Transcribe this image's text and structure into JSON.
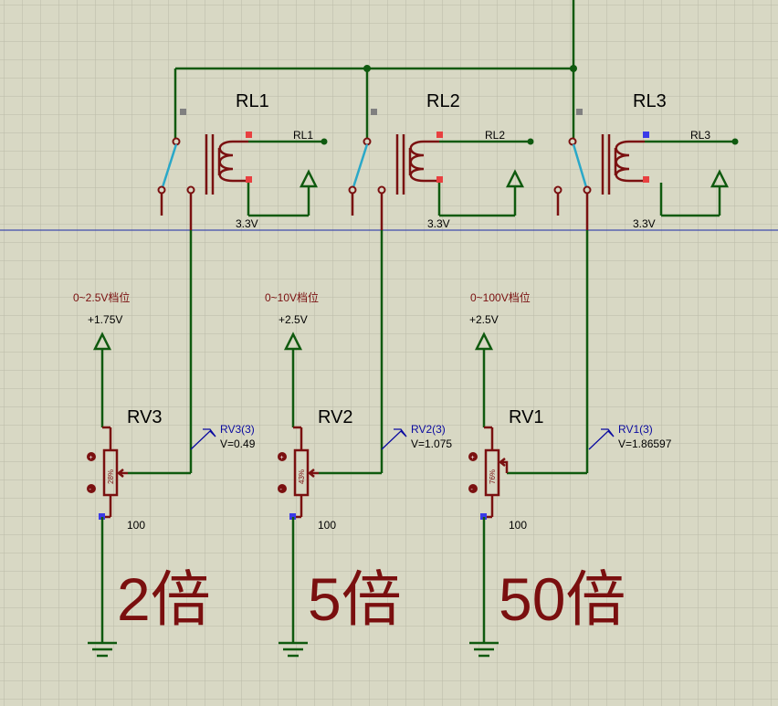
{
  "relays": [
    {
      "ref": "RL1",
      "net": "RL1",
      "supply": "3.3V"
    },
    {
      "ref": "RL2",
      "net": "RL2",
      "supply": "3.3V"
    },
    {
      "ref": "RL3",
      "net": "RL3",
      "supply": "3.3V"
    }
  ],
  "pots": [
    {
      "ref": "RV3",
      "range": "0~2.5V档位",
      "supply": "+1.75V",
      "probe": "RV3(3)",
      "voltage": "V=0.49",
      "percent": "28%",
      "value": "100",
      "gain": "2倍"
    },
    {
      "ref": "RV2",
      "range": "0~10V档位",
      "supply": "+2.5V",
      "probe": "RV2(3)",
      "voltage": "V=1.075",
      "percent": "43%",
      "value": "100",
      "gain": "5倍"
    },
    {
      "ref": "RV1",
      "range": "0~100V档位",
      "supply": "+2.5V",
      "probe": "RV1(3)",
      "voltage": "V=1.86597",
      "percent": "76%",
      "value": "100",
      "gain": "50倍"
    }
  ],
  "colors": {
    "background": "#d8d8c4",
    "wire": "#0f5a0f",
    "component": "#7a1010",
    "probe": "#0a0aa0",
    "switch": "#2aa8c8",
    "gain_text": "#7a0f0f"
  }
}
